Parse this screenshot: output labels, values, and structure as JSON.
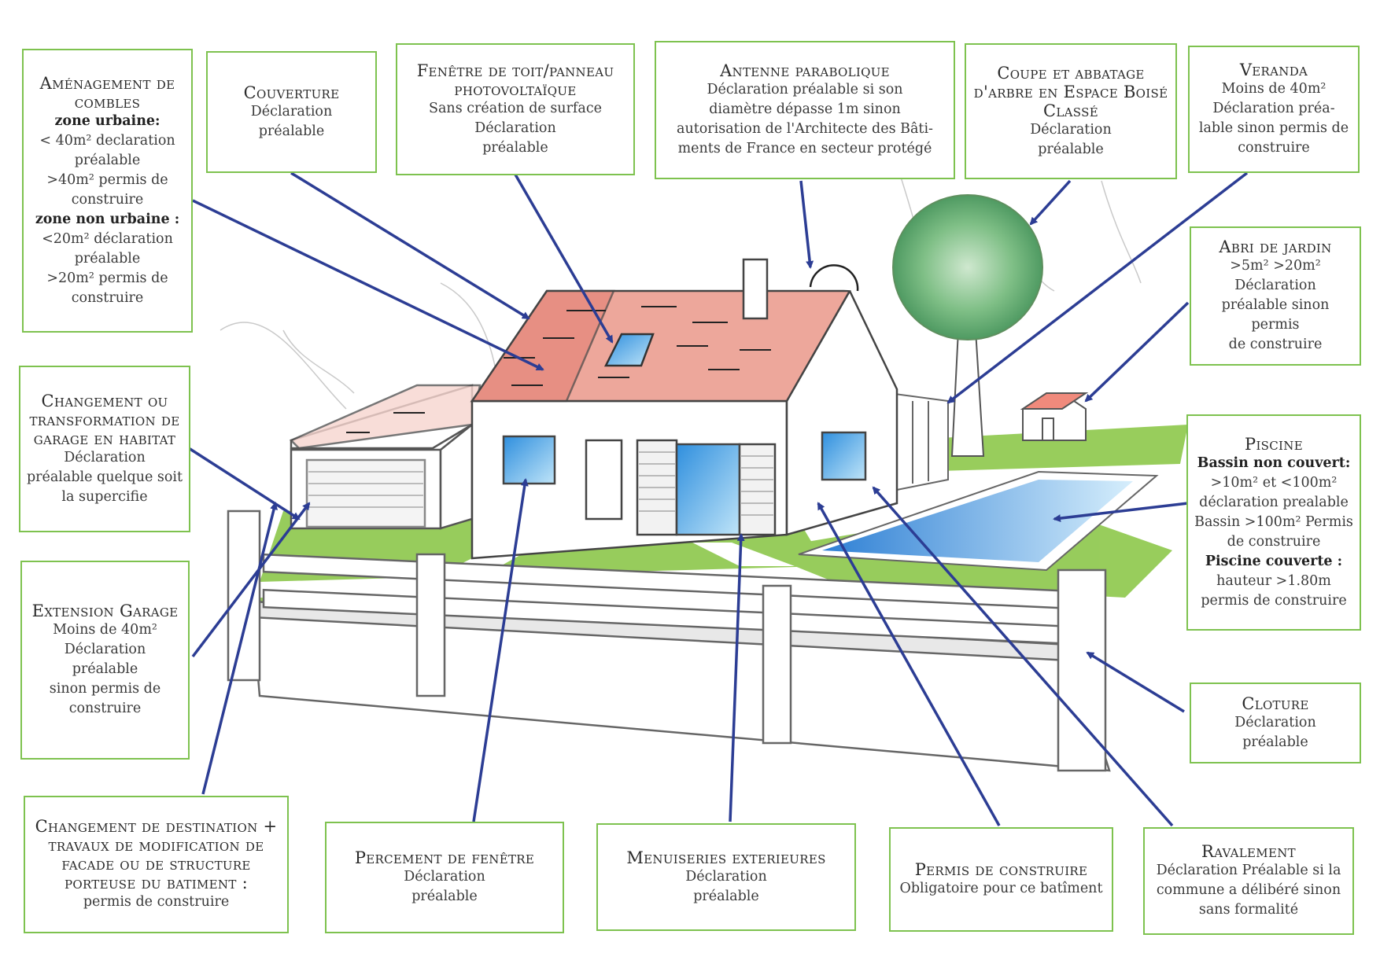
{
  "colors": {
    "box_border": "#7ec24f",
    "arrow": "#2c3d94",
    "roof": "#e48d82",
    "grass": "#86c440",
    "window": "#49a8e6",
    "pool": "#3f8ed9"
  },
  "boxes": {
    "combles": {
      "title": "Aménagement de combles",
      "lines": [
        "zone urbaine:",
        "< 40m² declaration",
        "préalable",
        ">40m² permis de",
        "construire",
        "zone non urbaine :",
        "<20m² déclaration",
        "préalable",
        ">20m² permis de",
        "construire"
      ]
    },
    "couverture": {
      "title": "Couverture",
      "lines": [
        "Déclaration",
        "préalable"
      ]
    },
    "fenetre_toit": {
      "title": "Fenêtre de toit/panneau photovoltaïque",
      "lines": [
        "Sans création de surface",
        "Déclaration",
        "préalable"
      ]
    },
    "antenne": {
      "title": "Antenne parabolique",
      "lines": [
        "Déclaration préalable si son",
        "diamètre dépasse 1m sinon",
        "autorisation de l'Architecte des Bâti-",
        "ments de France en secteur protégé"
      ]
    },
    "arbre": {
      "title": "Coupe et abbatage d'arbre en Espace Boisé Classé",
      "lines": [
        "Déclaration",
        "préalable"
      ]
    },
    "veranda": {
      "title": "Veranda",
      "lines": [
        "Moins de 40m²",
        "Déclaration préa-",
        "lable sinon permis de",
        "construire"
      ]
    },
    "abri": {
      "title": "Abri de jardin",
      "lines": [
        ">5m² >20m²",
        "Déclaration",
        "préalable sinon permis",
        "de construire"
      ]
    },
    "garage_habitat": {
      "title": "Changement ou transformation de garage en habitat",
      "lines": [
        "Déclaration",
        "préalable quelque soit",
        "la supercifie"
      ]
    },
    "piscine": {
      "title": "Piscine",
      "lines": [
        "Bassin non couvert:",
        ">10m² et <100m²",
        "déclaration prealable",
        "Bassin >100m² Permis",
        "de construire",
        "Piscine couverte :",
        "hauteur >1.80m",
        "permis de construire"
      ]
    },
    "extension": {
      "title": "Extension Garage",
      "lines": [
        "Moins de 40m²",
        "Déclaration",
        "préalable",
        "sinon permis de",
        "construire"
      ]
    },
    "cloture": {
      "title": "Cloture",
      "lines": [
        "Déclaration",
        "préalable"
      ]
    },
    "destination": {
      "title": "Changement de destination + travaux de modification de facade ou de structure porteuse du batiment :",
      "lines": [
        "permis de construire"
      ]
    },
    "percement": {
      "title": "Percement de fenêtre",
      "lines": [
        "Déclaration",
        "préalable"
      ]
    },
    "menuiseries": {
      "title": "Menuiseries exterieures",
      "lines": [
        "Déclaration",
        "préalable"
      ]
    },
    "permis": {
      "title": "Permis de construire",
      "lines": [
        "Obligatoire pour ce batîment"
      ]
    },
    "ravalement": {
      "title": "Ravalement",
      "lines": [
        "Déclaration Préalable si la",
        "commune a délibéré sinon",
        "sans formalité"
      ]
    }
  }
}
